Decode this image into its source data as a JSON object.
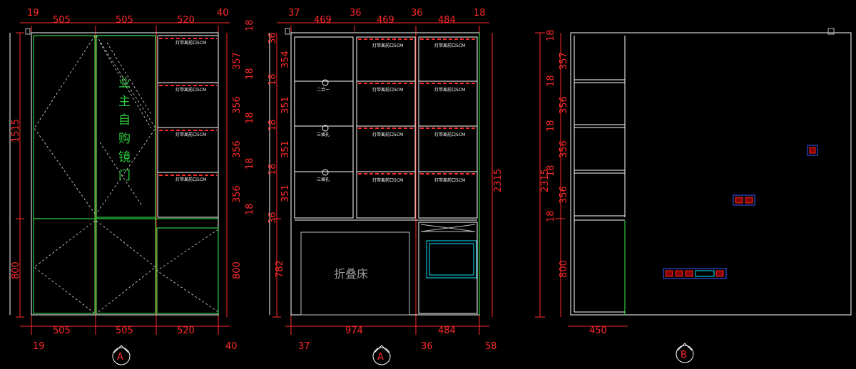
{
  "elevation_a1": {
    "top_dims": [
      "19",
      "505",
      "505",
      "520",
      "40"
    ],
    "bottom_dims": [
      "505",
      "505",
      "520"
    ],
    "bottom_small": [
      "19",
      "40"
    ],
    "left_dims": [
      "1515",
      "800"
    ],
    "right_dims": [
      "18",
      "357",
      "18",
      "356",
      "18",
      "356",
      "18",
      "356",
      "18",
      "800"
    ],
    "mirror_note": [
      "业",
      "主",
      "自",
      "购",
      "镜",
      "门"
    ],
    "shelf_label": "灯带离前口5CM",
    "section_marker": "A"
  },
  "elevation_a2": {
    "top_dims": [
      "37",
      "469",
      "36",
      "469",
      "36",
      "484",
      "18"
    ],
    "bottom_dims": [
      "974",
      "484"
    ],
    "bottom_small": [
      "37",
      "36",
      "58"
    ],
    "left_dims": [
      "36",
      "354",
      "18",
      "351",
      "18",
      "351",
      "18",
      "351",
      "36",
      "782"
    ],
    "right_dim": "2315",
    "bed_label": "折叠床",
    "socket_labels": [
      "二合一",
      "三插孔",
      "三插孔"
    ],
    "shelf_label": "灯带离前口5CM",
    "section_marker": "A"
  },
  "elevation_b": {
    "left_dims": [
      "18",
      "357",
      "18",
      "356",
      "18",
      "356",
      "18",
      "356",
      "18",
      "800"
    ],
    "height_dim": "2315",
    "bottom_dim": "450",
    "section_marker": "B"
  },
  "colors": {
    "dimension": "#ff2a2a",
    "cabinet": "#ffffff",
    "mirror_door": "#2ecc40",
    "socket": "#00e5ff"
  }
}
